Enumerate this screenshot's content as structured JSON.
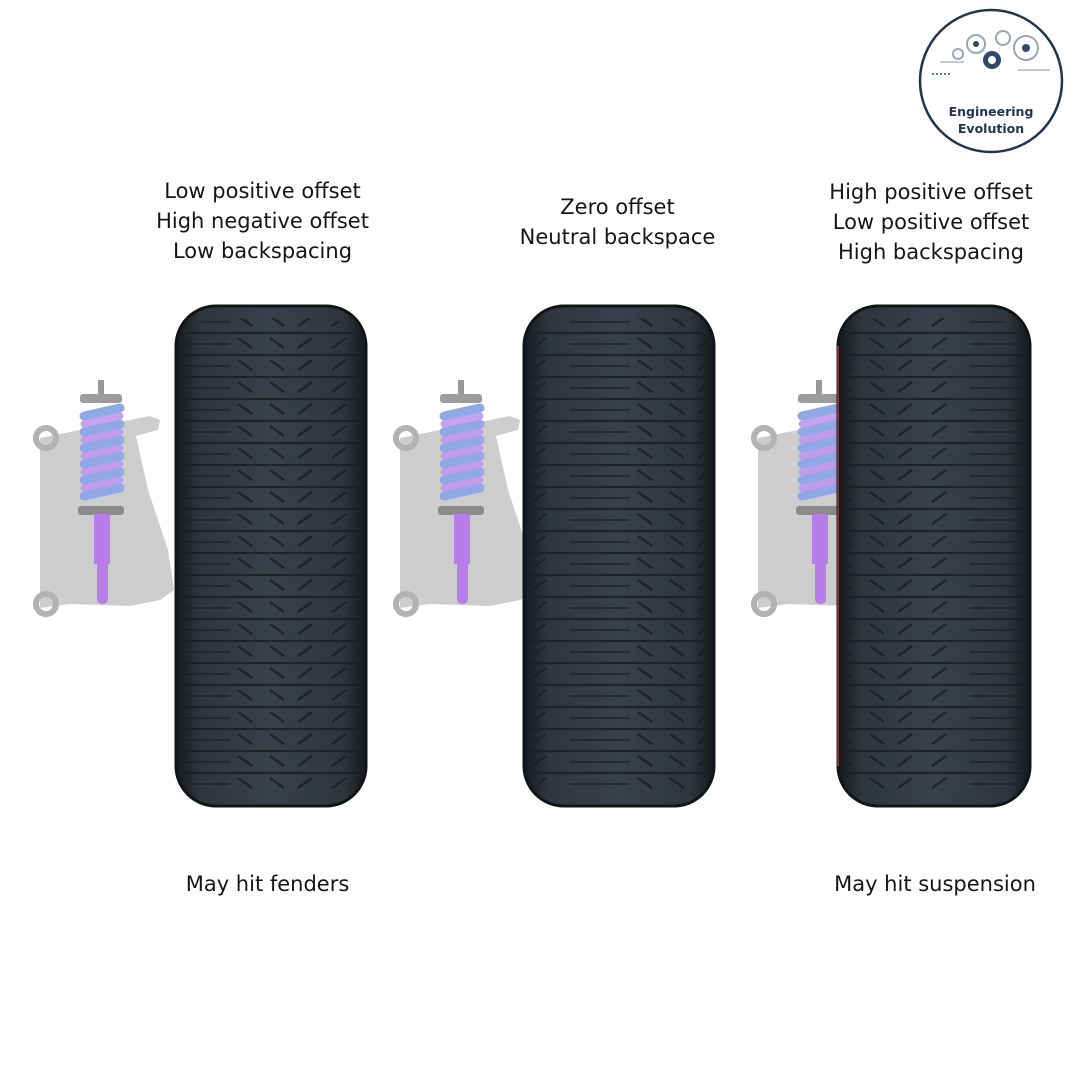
{
  "logo": {
    "line1": "Engineering",
    "line2": "Evolution"
  },
  "panels": [
    {
      "lines": [
        "Low positive offset",
        "High negative offset",
        "Low backspacing"
      ],
      "note": "May hit fenders"
    },
    {
      "lines": [
        "Zero offset",
        "Neutral backspace"
      ],
      "note": ""
    },
    {
      "lines": [
        "High positive offset",
        "Low positive offset",
        "High backspacing"
      ],
      "note": "May hit suspension"
    }
  ],
  "colors": {
    "tire": "#2b3036",
    "tread": "#1b1f24",
    "spring": "#8fa9e6",
    "shock": "#b77ce8",
    "arm": "#b9b9b9",
    "logo_ring": "#1f3550"
  }
}
